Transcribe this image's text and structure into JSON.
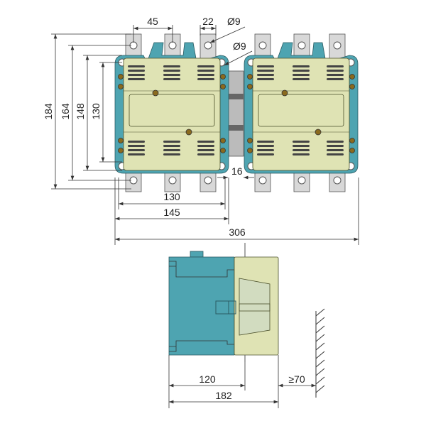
{
  "colors": {
    "body": "#4ea4b1",
    "cover": "#dfe3b4",
    "terminal": "#d8d8d8",
    "line": "#333333"
  },
  "top_view": {
    "dims": {
      "pitch": "45",
      "terminal_width": "22",
      "hole_terminal": "Ø9",
      "hole_mount": "Ø9",
      "h184": "184",
      "h164": "164",
      "h148": "148",
      "h130": "130",
      "gap": "16",
      "w130": "130",
      "w145": "145",
      "w306": "306"
    }
  },
  "side_view": {
    "dims": {
      "d120": "120",
      "d182": "182",
      "clearance": "≥70"
    }
  }
}
